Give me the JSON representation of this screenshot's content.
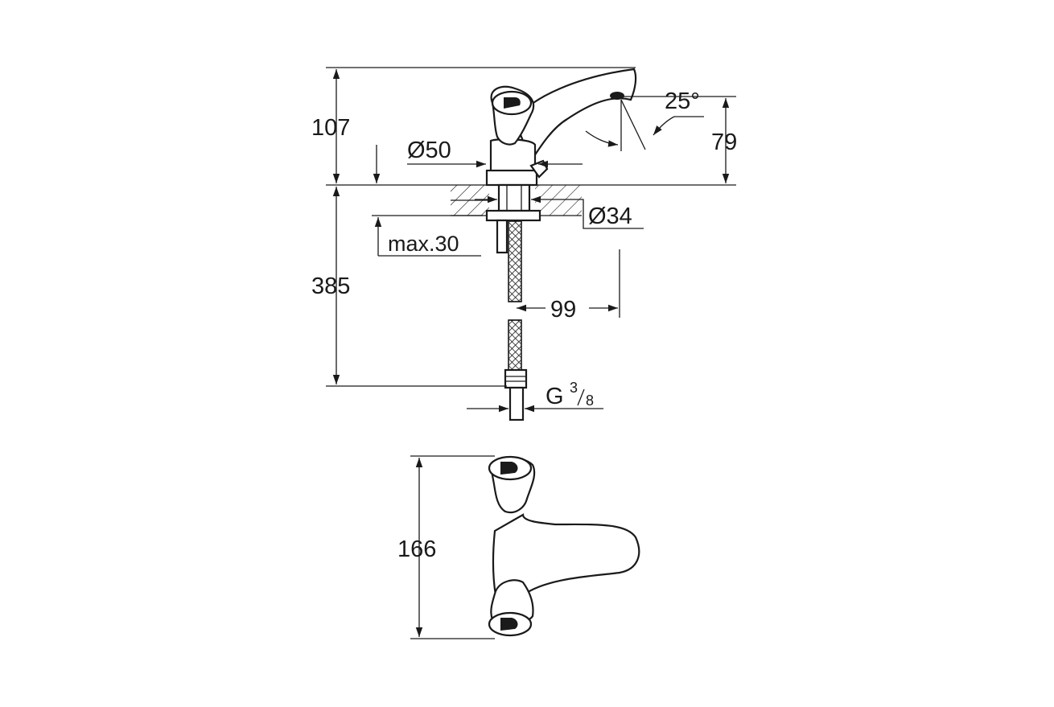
{
  "diagram": {
    "side_view": {
      "dim_height_above_deck": "107",
      "dim_body_diameter": "Ø50",
      "dim_spout_angle": "25°",
      "dim_spout_outlet_height": "79",
      "dim_shank_diameter": "Ø34",
      "dim_max_deck_thickness": "max.30",
      "dim_height_below_deck": "385",
      "dim_spout_reach": "99",
      "dim_connection_thread": {
        "letter": "G",
        "numerator": "3",
        "denominator": "8"
      }
    },
    "top_view": {
      "dim_handle_span": "166"
    }
  }
}
